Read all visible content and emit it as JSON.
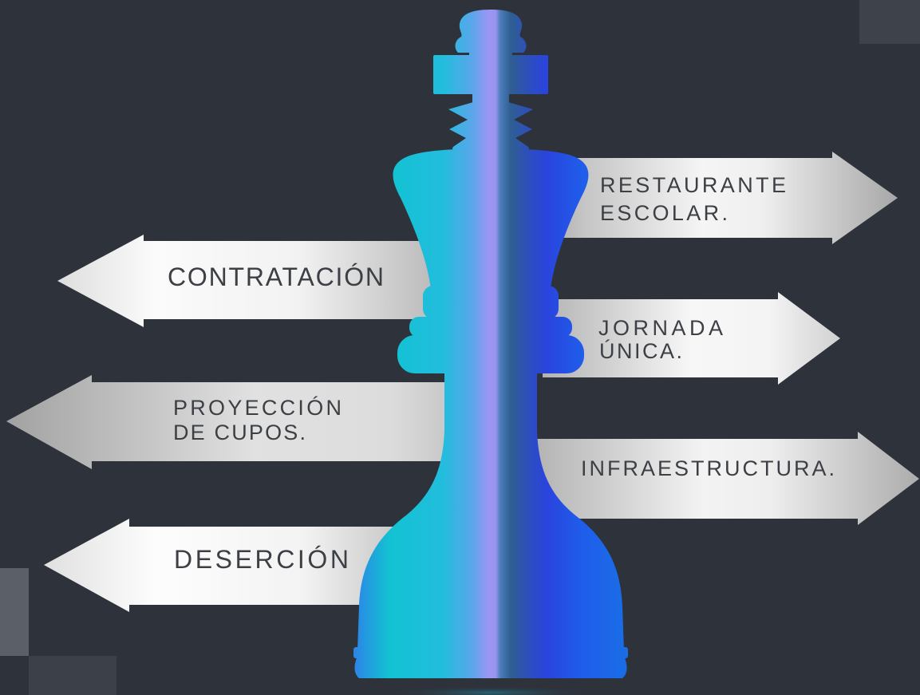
{
  "colors": {
    "background": "#2e323b",
    "label_text": "#3c3f44",
    "decor_square_light": "#5a5f68",
    "decor_square_dark": "#3c4149",
    "decor_square_top": "#3d424b",
    "king_cyan": "#12c2d2",
    "king_lavender": "#9b96f5",
    "king_steel": "#2f5f92",
    "king_blue": "#2a44de"
  },
  "figure": {
    "icon": "chess-king-icon"
  },
  "arrows": {
    "restaurante_escolar": {
      "icon": "arrow-right-icon",
      "lines": [
        "RESTAURANTE",
        "ESCOLAR."
      ]
    },
    "contratacion": {
      "icon": "arrow-left-icon",
      "lines": [
        "CONTRATACIÓN"
      ]
    },
    "jornada_unica": {
      "icon": "arrow-right-icon",
      "lines": [
        "JORNADA",
        "ÚNICA."
      ]
    },
    "proyeccion_de_cupos": {
      "icon": "arrow-left-icon",
      "lines": [
        "PROYECCIÓN",
        "DE CUPOS."
      ]
    },
    "infraestructura": {
      "icon": "arrow-right-icon",
      "lines": [
        "INFRAESTRUCTURA."
      ]
    },
    "desercion": {
      "icon": "arrow-left-icon",
      "lines": [
        "DESERCIÓN"
      ]
    }
  }
}
